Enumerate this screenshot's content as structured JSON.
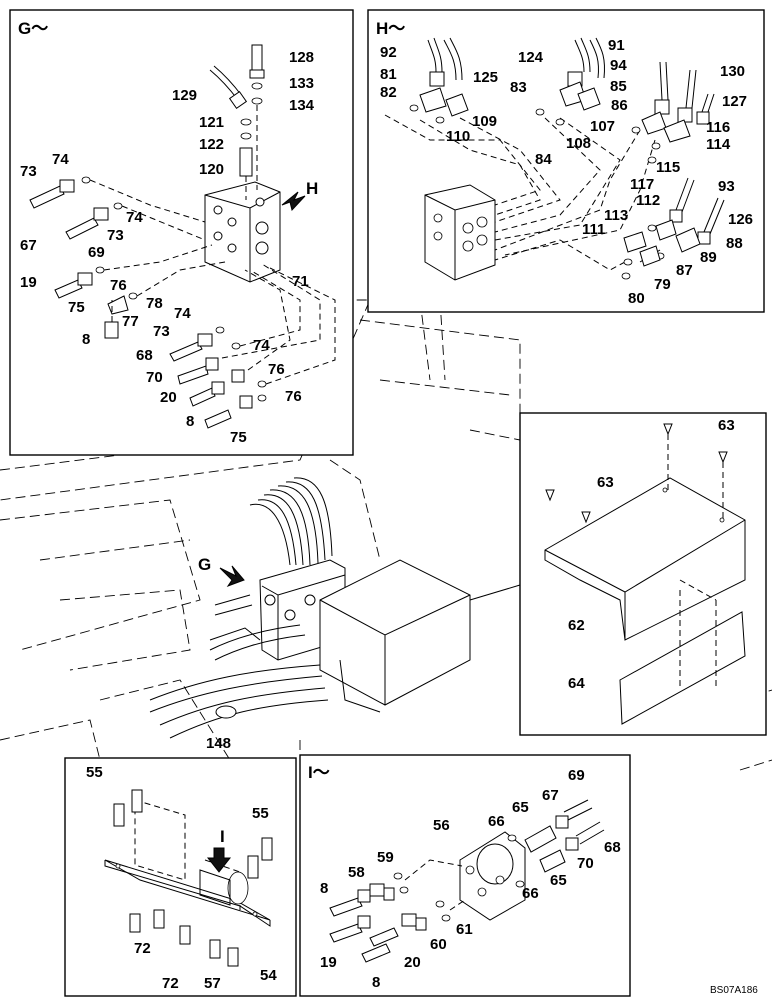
{
  "panels": {
    "g": {
      "title": "G～"
    },
    "h": {
      "title": "H～"
    },
    "i": {
      "title": "I～"
    }
  },
  "arrows": {
    "h": "H",
    "g": "G",
    "i": "I"
  },
  "callouts": {
    "g": [
      "128",
      "133",
      "134",
      "129",
      "121",
      "122",
      "120",
      "74",
      "73",
      "67",
      "74",
      "73",
      "69",
      "71",
      "19",
      "76",
      "75",
      "78",
      "77",
      "8",
      "74",
      "73",
      "74",
      "68",
      "70",
      "76",
      "20",
      "76",
      "8",
      "75"
    ],
    "h": [
      "92",
      "81",
      "82",
      "124",
      "91",
      "125",
      "94",
      "130",
      "83",
      "85",
      "127",
      "109",
      "86",
      "116",
      "110",
      "107",
      "108",
      "114",
      "84",
      "115",
      "117",
      "93",
      "112",
      "126",
      "111",
      "113",
      "88",
      "89",
      "87",
      "79",
      "80"
    ],
    "cover": [
      "63",
      "63",
      "62",
      "64"
    ],
    "base": [
      "148",
      "55",
      "55",
      "72",
      "72",
      "57",
      "54"
    ],
    "i": [
      "69",
      "67",
      "65",
      "66",
      "56",
      "59",
      "58",
      "68",
      "70",
      "8",
      "66",
      "65",
      "61",
      "60",
      "19",
      "20",
      "8"
    ]
  },
  "drawing_code": "BS07A186",
  "icons": [
    "direction-arrow-icon"
  ]
}
